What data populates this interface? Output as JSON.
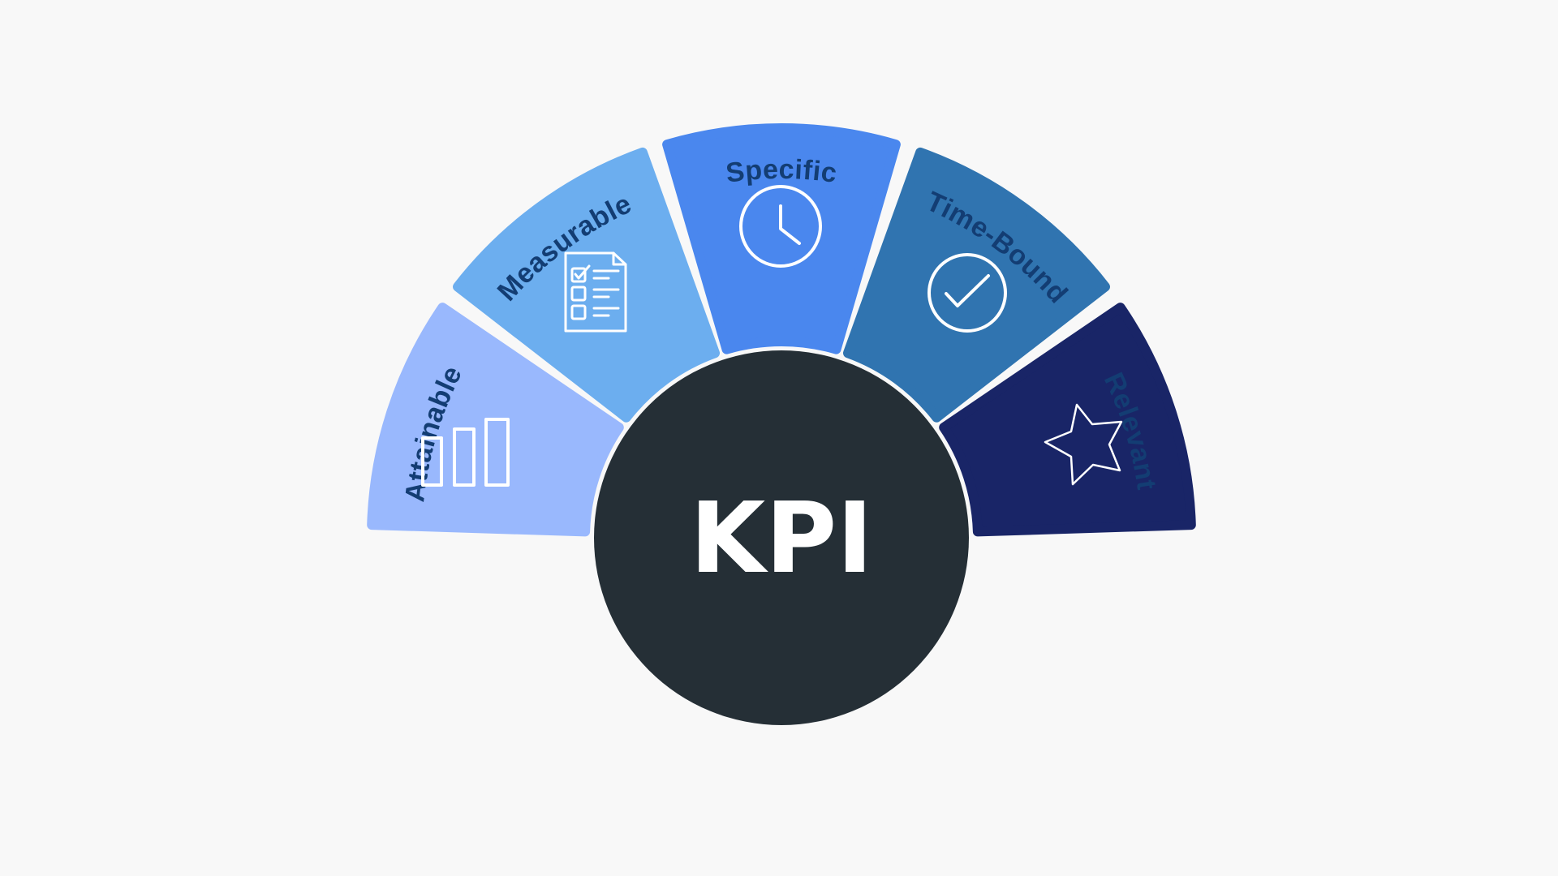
{
  "center": {
    "label": "KPI",
    "color": "#252f36"
  },
  "segments": [
    {
      "label": "Attainable",
      "color": "#99b8fd",
      "icon": "bar-chart-icon"
    },
    {
      "label": "Measurable",
      "color": "#6caeef",
      "icon": "checklist-icon"
    },
    {
      "label": "Specific",
      "color": "#4a87ee",
      "icon": "clock-icon"
    },
    {
      "label": "Time-Bound",
      "color": "#3074b0",
      "icon": "check-circle-icon"
    },
    {
      "label": "Relevant",
      "color": "#192567",
      "icon": "star-icon"
    }
  ],
  "label_color": "#133d73",
  "background": "#f8f8f8"
}
